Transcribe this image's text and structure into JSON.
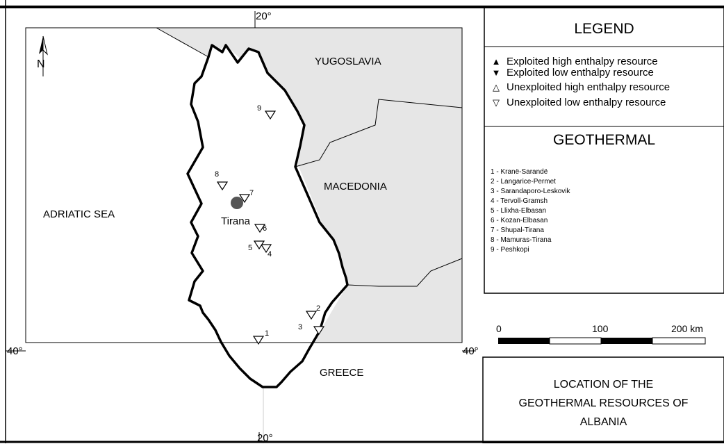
{
  "map": {
    "countries": [
      "YUGOSLAVIA",
      "MACEDONIA",
      "GREECE"
    ],
    "sea": "ADRIATIC SEA",
    "capital": "Tirana",
    "north_label": "N",
    "graticule": {
      "lon_top": "20°",
      "lon_bottom": "20°",
      "lat_left": "40°",
      "lat_right": "40°"
    },
    "site_numbers": [
      "1",
      "2",
      "3",
      "4",
      "5",
      "6",
      "7",
      "8",
      "9"
    ]
  },
  "legend": {
    "title": "LEGEND",
    "entries": [
      {
        "symbol": "▲",
        "label": "Exploited high enthalpy resource"
      },
      {
        "symbol": "▼",
        "label": "Exploited low enthalpy resource"
      },
      {
        "symbol": "△",
        "label": "Unexploited high enthalpy resource"
      },
      {
        "symbol": "▽",
        "label": "Unexploited low enthalpy resource"
      }
    ]
  },
  "geothermal": {
    "title": "GEOTHERMAL",
    "sites": [
      "1 - Kranë-Sarandë",
      "2 - Langarice-Permet",
      "3 - Sarandaporo-Leskovik",
      "4 - Tervoll-Gramsh",
      "5 - Llixha-Elbasan",
      "6 - Kozan-Elbasan",
      "7 - Shupal-Tirana",
      "8 - Mamuras-Tirana",
      "9 - Peshkopi"
    ]
  },
  "scale": {
    "labels": [
      "0",
      "100",
      "200 km"
    ]
  },
  "title_box": {
    "lines": [
      "LOCATION OF THE",
      "GEOTHERMAL RESOURCES OF",
      "ALBANIA"
    ]
  },
  "colors": {
    "neighbor_fill": "#e6e6e6",
    "capital_dot": "#555555"
  }
}
